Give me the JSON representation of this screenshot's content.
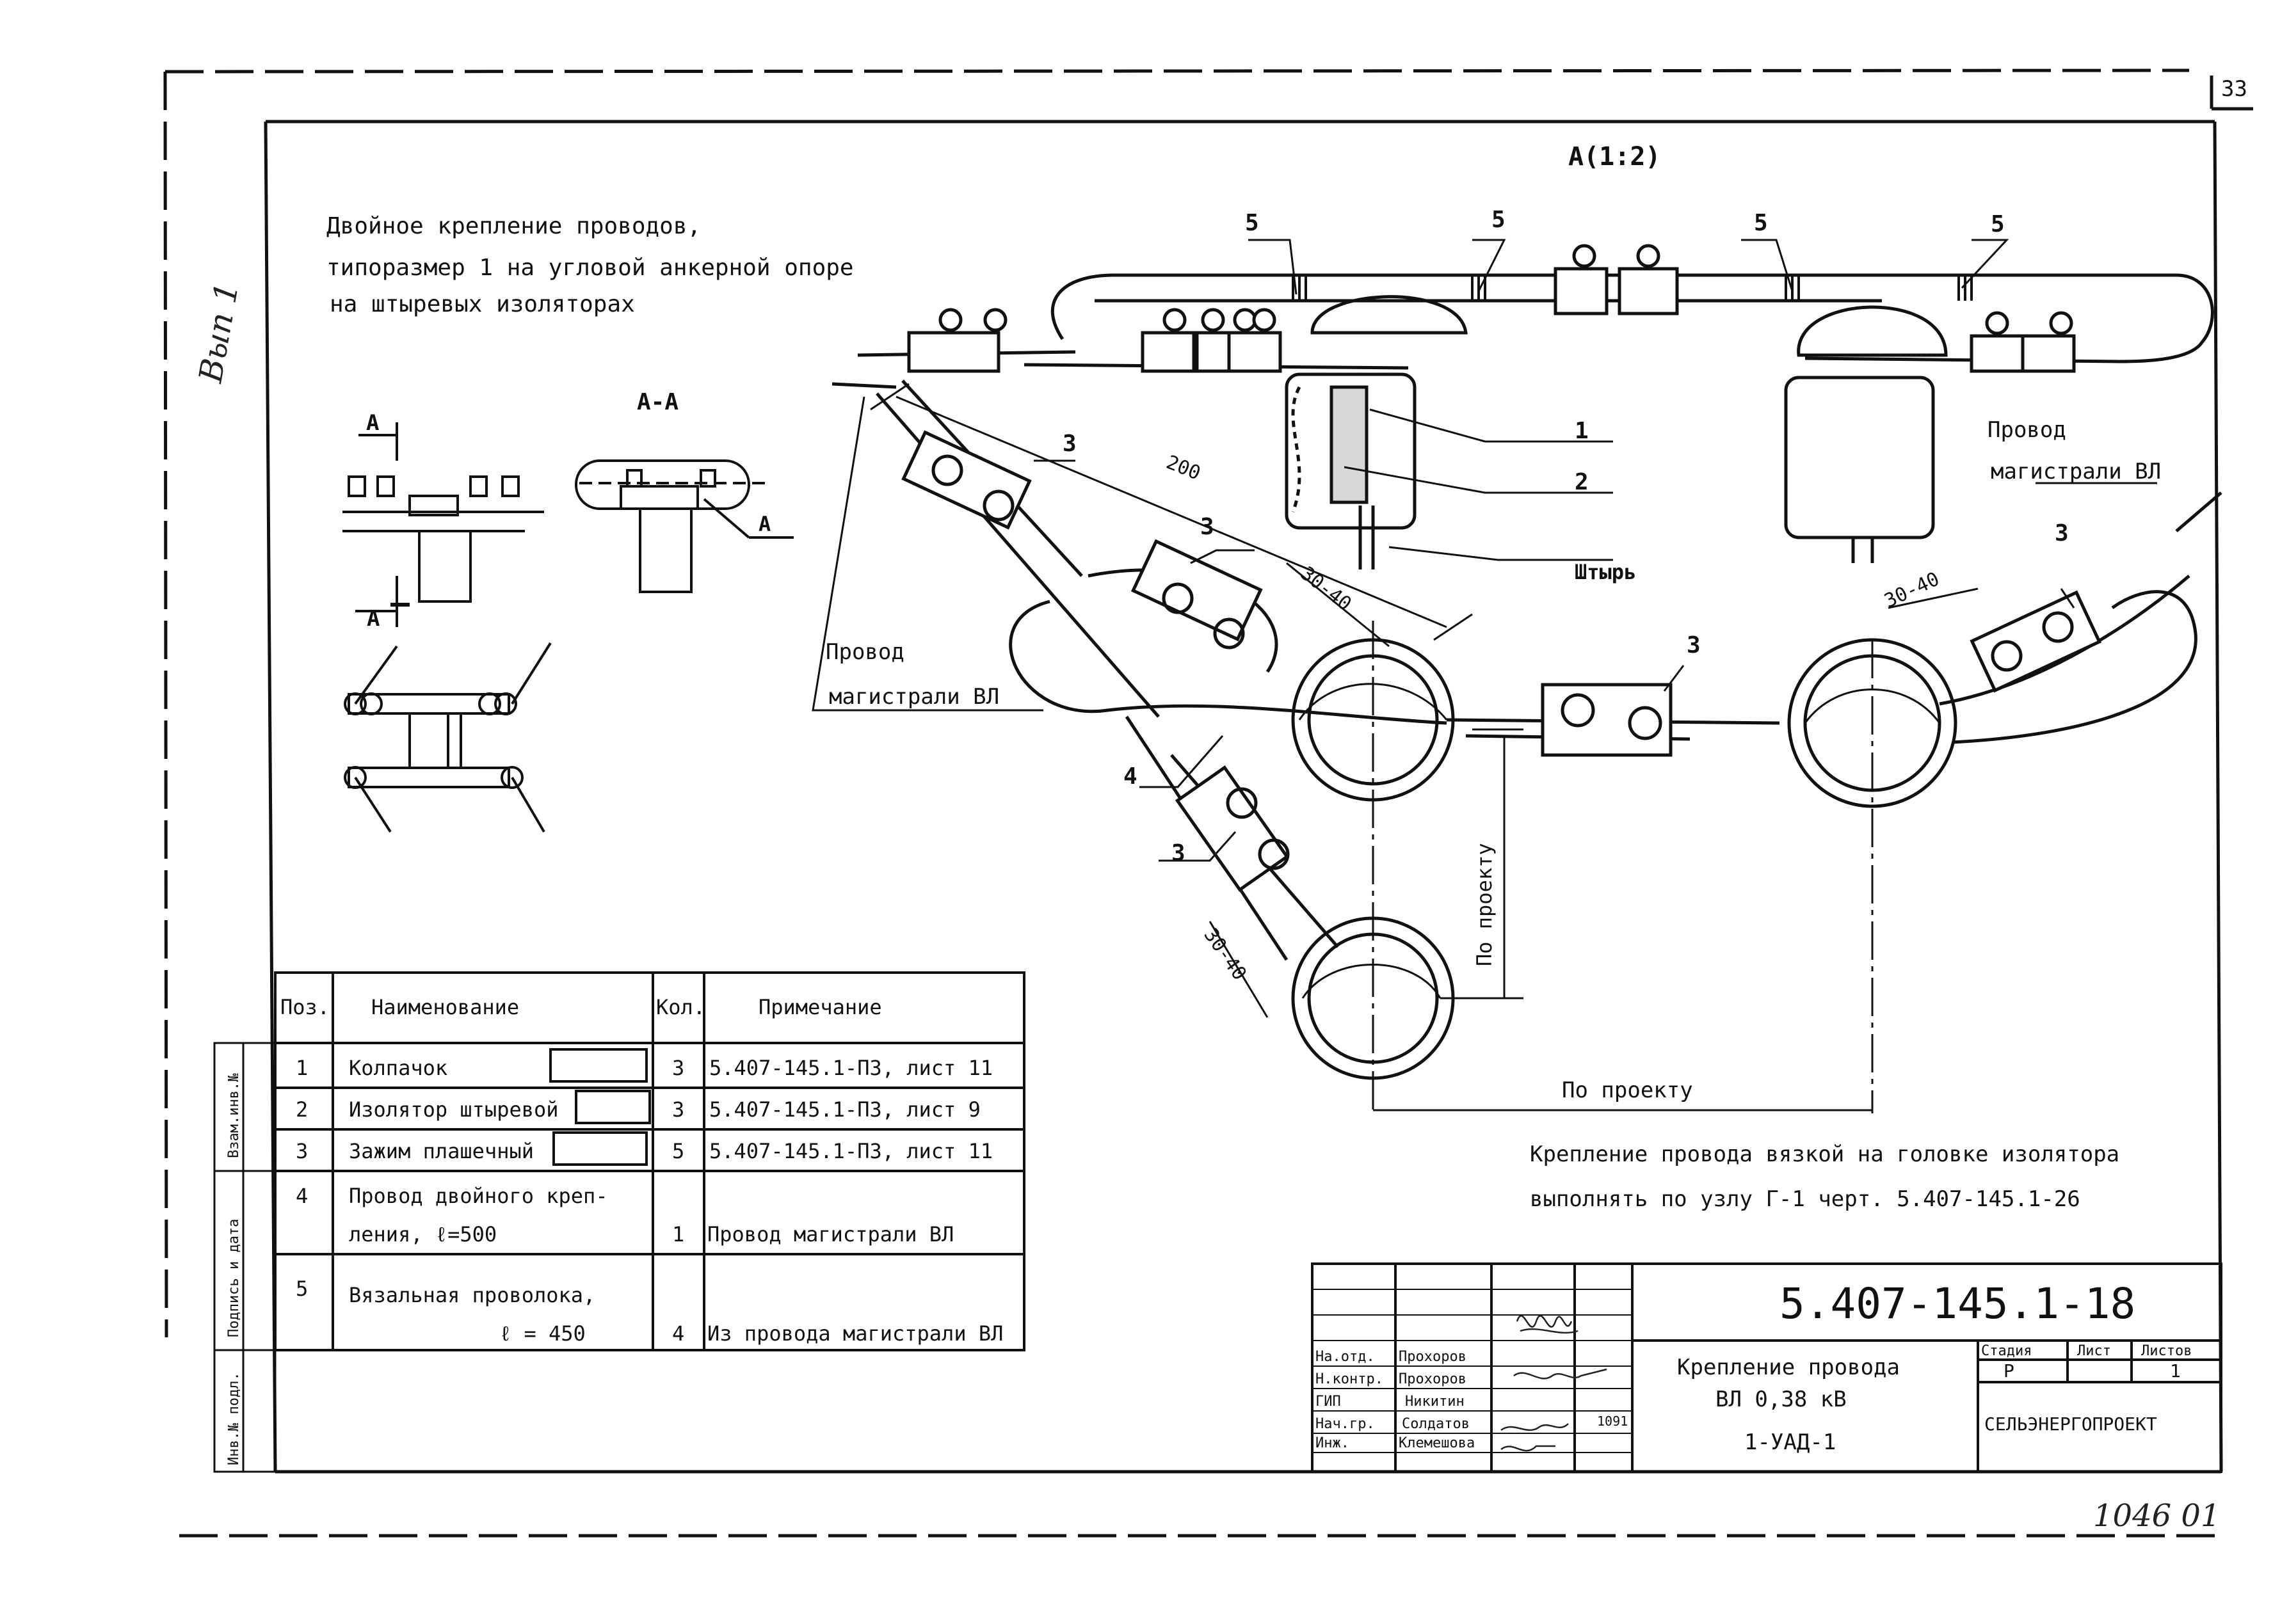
{
  "sheet_number": "33",
  "margin_note": "Вып 1",
  "title_lines": [
    "Двойное крепление проводов,",
    "типоразмер 1 на угловой анкерной опоре",
    "на штыревых изоляторах"
  ],
  "section_label": "А-А",
  "view_label": "А(1:2)",
  "cut_marks": [
    "А",
    "А",
    "А"
  ],
  "callouts": {
    "pos1": "1",
    "pos2": "2",
    "pos3": "3",
    "pos4": "4",
    "pos5": "5",
    "pin": "Штырь",
    "wire_left_1": "Провод",
    "wire_left_2": "магистрали ВЛ",
    "wire_right_1": "Провод",
    "wire_right_2": "магистрали ВЛ"
  },
  "dimensions": {
    "d200": "200",
    "d30_40": "30-40",
    "by_project": "По проекту"
  },
  "note_lines": [
    "Крепление провода  вязкой на головке изолятора",
    "выполнять по узлу Г-1 черт. 5.407-145.1-26"
  ],
  "spec_table": {
    "headers": [
      "Поз.",
      "Наименование",
      "Кол.",
      "Примечание"
    ],
    "rows": [
      {
        "pos": "1",
        "name": [
          "Колпачок"
        ],
        "qty": "3",
        "note": "5.407-145.1-ПЗ, лист 11"
      },
      {
        "pos": "2",
        "name": [
          "Изолятор штыревой"
        ],
        "qty": "3",
        "note": "5.407-145.1-ПЗ, лист 9"
      },
      {
        "pos": "3",
        "name": [
          "Зажим плашечный"
        ],
        "qty": "5",
        "note": "5.407-145.1-ПЗ, лист 11"
      },
      {
        "pos": "4",
        "name": [
          "Провод двойного креп-",
          "ления, ℓ=500"
        ],
        "qty": "1",
        "note": "Провод магистрали ВЛ"
      },
      {
        "pos": "5",
        "name": [
          "Вязальная проволока,",
          "ℓ = 450"
        ],
        "qty": "4",
        "note": "Из провода магистрали ВЛ"
      }
    ]
  },
  "side_stamp": [
    "Инв.№ подл.",
    "Подпись и дата",
    "Взам.инв.№"
  ],
  "title_block": {
    "code": "5.407-145.1-18",
    "roles": [
      "На.отд.",
      "Н.контр.",
      "ГИП",
      "Нач.гр.",
      "Инж."
    ],
    "names": [
      "Прохоров",
      "Прохоров",
      "Никитин",
      "Солдатов",
      "Клемешова"
    ],
    "sign_date": "1091",
    "drawing_title": [
      "Крепление провода",
      "ВЛ 0,38 кВ"
    ],
    "drawing_code": "1-УАД-1",
    "stage_label": "Стадия",
    "sheet_label": "Лист",
    "sheets_label": "Листов",
    "stage": "Р",
    "sheet": "1",
    "organization": "СЕЛЬЭНЕРГОПРОЕКТ"
  },
  "bottom_mark": "1046 01"
}
